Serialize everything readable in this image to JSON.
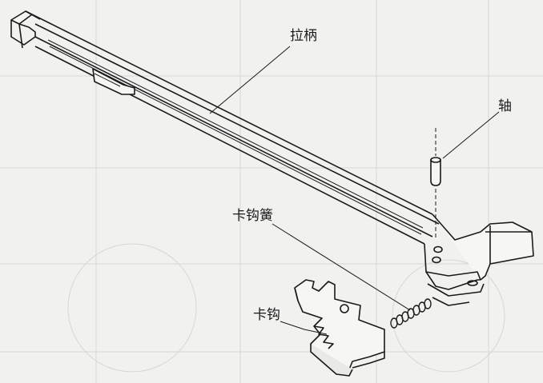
{
  "diagram": {
    "labels": {
      "handle": "拉柄",
      "pin": "轴",
      "latch_spring": "卡钩簧",
      "latch": "卡钩"
    },
    "colors": {
      "paper": "#f1f1ef",
      "ink": "#1a1a1a",
      "faint": "#cfcfcb"
    }
  }
}
